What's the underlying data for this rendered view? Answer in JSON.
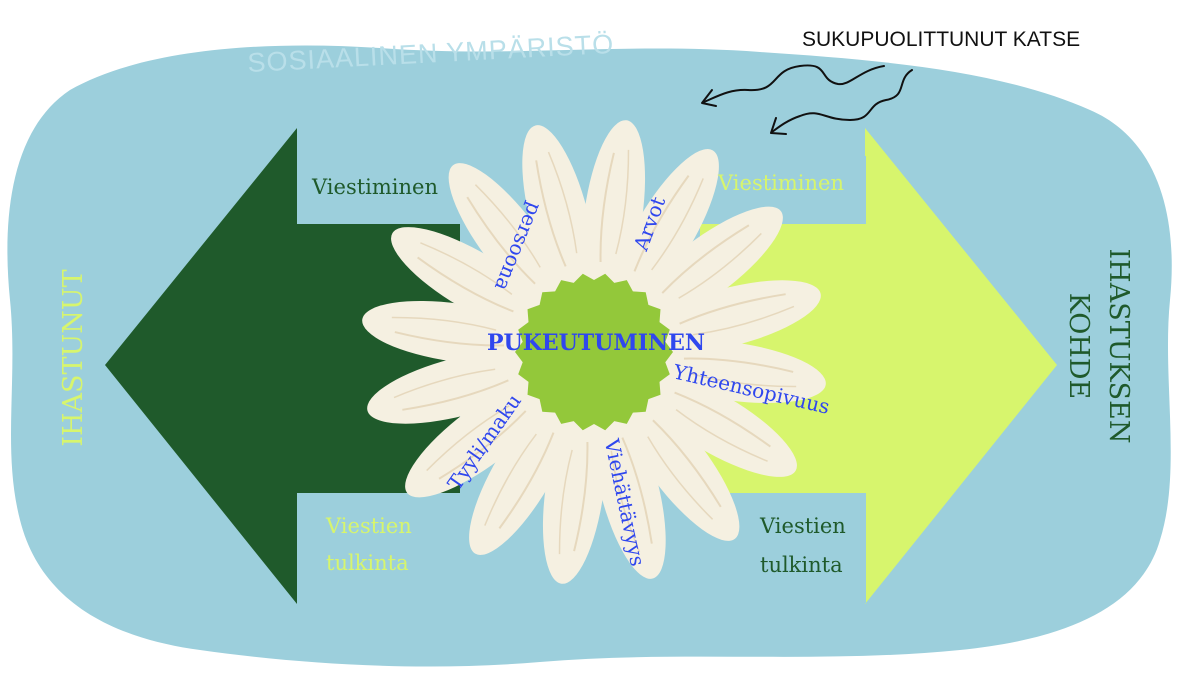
{
  "environment_label": "SOSIAALINEN YMPÄRISTÖ",
  "gaze_label": "SUKUPUOLITTUNUT KATSE",
  "center_label": "PUKEUTUMINEN",
  "left_actor": "IHASTUNUT",
  "right_actor_line1": "IHASTUKSEN",
  "right_actor_line2": "KOHDE",
  "top_left_label": "Viestiminen",
  "top_right_label": "Viestiminen",
  "bottom_left_line1": "Viestien",
  "bottom_left_line2": "tulkinta",
  "bottom_right_line1": "Viestien",
  "bottom_right_line2": "tulkinta",
  "petals": {
    "persoona": "persoona",
    "arvot": "Arvot",
    "yhteensopivuus": "Yhteensopivuus",
    "viehattavyys": "Viehättävyys",
    "tyyli": "Tyyli/maku"
  },
  "colors": {
    "environment": "#9ccfdc",
    "environment_text": "#b9dfe9",
    "left_arrow": "#1f5a2b",
    "right_arrow": "#d7f56d",
    "petal": "#f5f0e1",
    "petal_vein": "#e6d8bd",
    "center": "#93c83a",
    "petal_text": "#2f47ee",
    "dark_text": "#1f5a2b",
    "light_text": "#d7f56d",
    "ink": "#111111"
  }
}
